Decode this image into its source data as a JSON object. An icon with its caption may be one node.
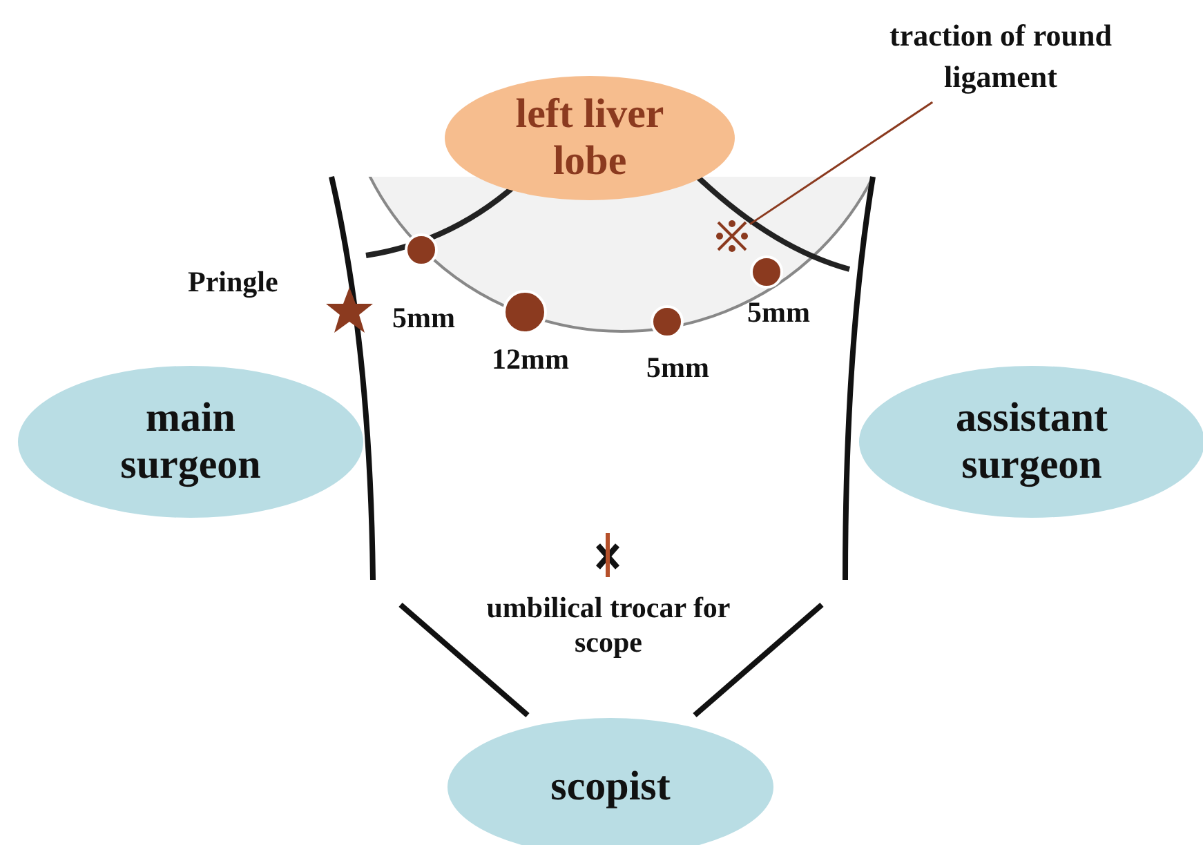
{
  "diagram": {
    "nodes": [
      {
        "text": [
          "left liver lobe"
        ]
      },
      {
        "text": [
          "main surgeon"
        ]
      },
      {
        "text": [
          "assistant surgeon"
        ]
      },
      {
        "text": [
          "scopist"
        ]
      },
      {
        "text": [
          "traction of round ligament"
        ]
      },
      {
        "text": [],
        "shape": "symbol"
      }
    ],
    "edges": [
      {
        "from": 4,
        "to": 5,
        "arrow": "none"
      }
    ],
    "labels": [
      "Pringle",
      "5mm",
      "5mm",
      "12mm",
      "5mm",
      "umbilical trocar for scope"
    ]
  }
}
